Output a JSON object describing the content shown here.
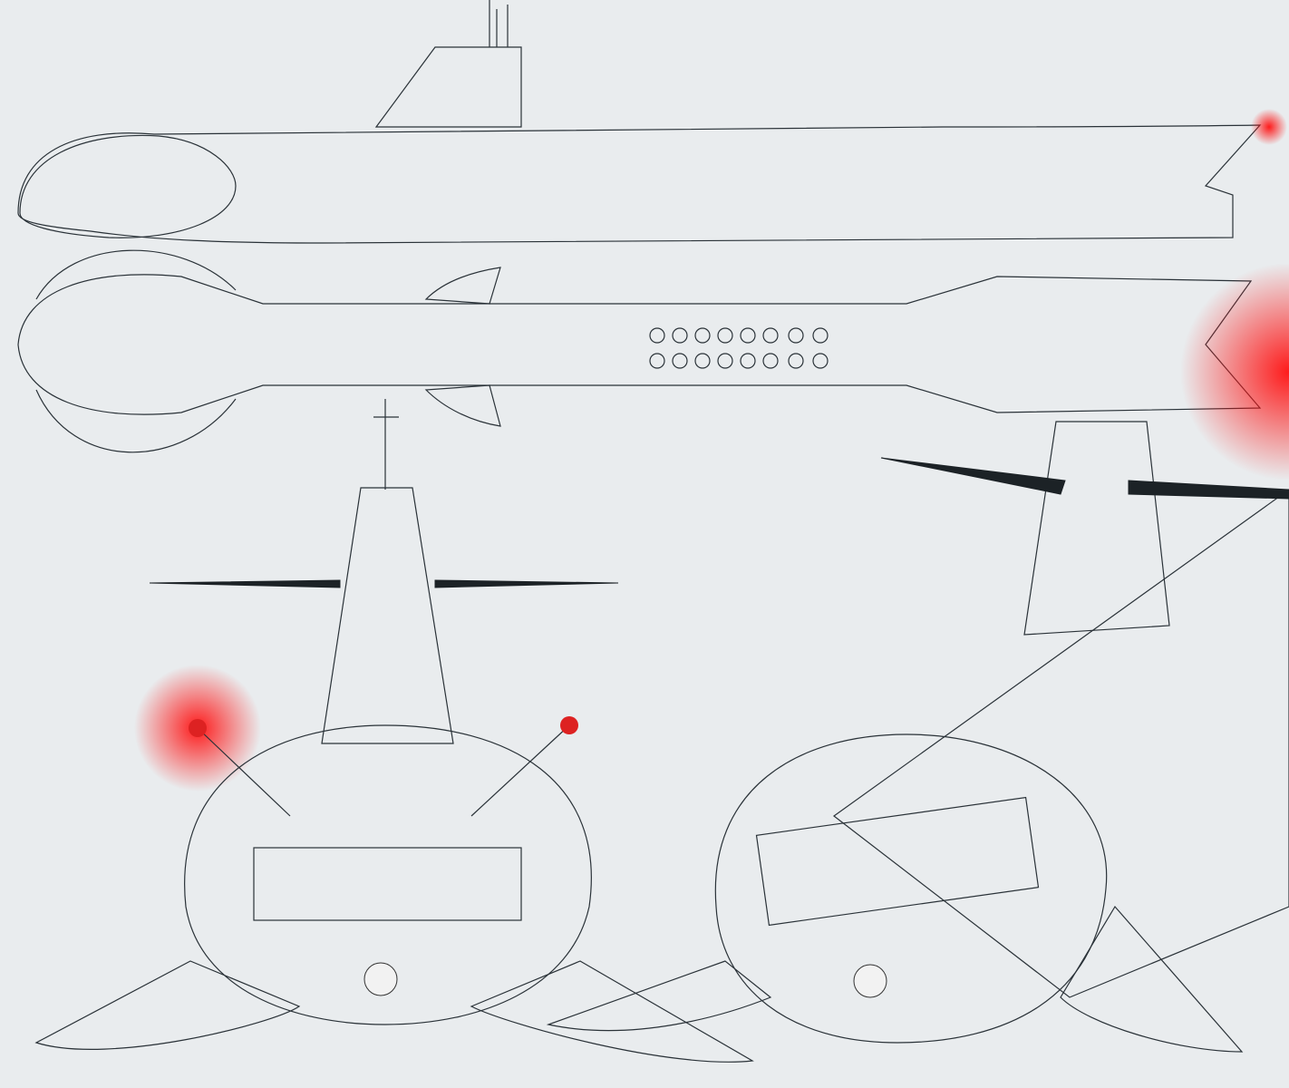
{
  "colors": {
    "background": "#e9ecee",
    "wireframe": "#2a3238",
    "light_glow": "#ff2020"
  },
  "views": [
    {
      "view": "side"
    },
    {
      "view": "top"
    },
    {
      "view": "front"
    },
    {
      "view": "perspective"
    }
  ]
}
